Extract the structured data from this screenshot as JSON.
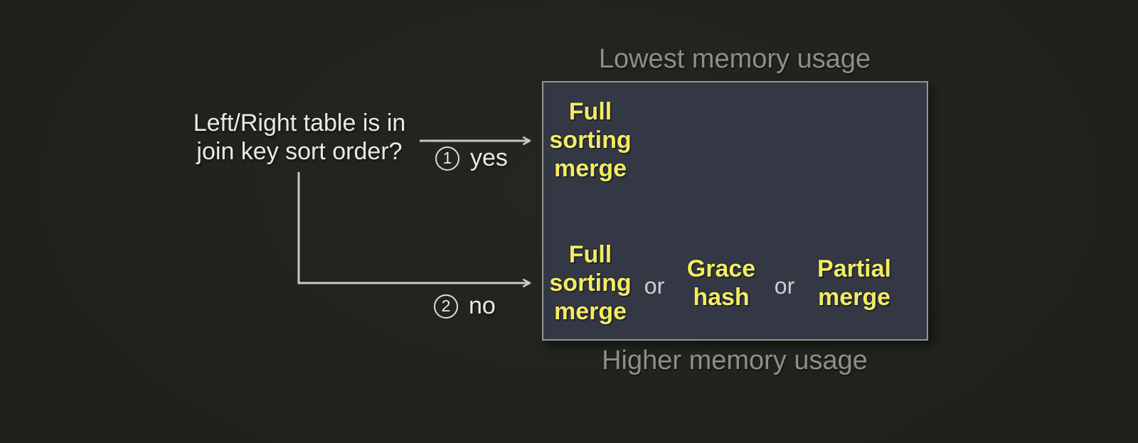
{
  "diagram": {
    "question": "Left/Right table is in\njoin key sort order?",
    "branches": [
      {
        "num": "1",
        "label": "yes"
      },
      {
        "num": "2",
        "label": "no"
      }
    ],
    "captions": {
      "top": "Lowest memory usage",
      "bottom": "Higher memory usage"
    },
    "box": {
      "sorted_row": [
        {
          "text": "Full\nsorting\nmerge"
        }
      ],
      "unsorted_row": [
        {
          "text": "Full\nsorting\nmerge"
        },
        {
          "text": "or"
        },
        {
          "text": "Grace\nhash"
        },
        {
          "text": "or"
        },
        {
          "text": "Partial\nmerge"
        }
      ]
    },
    "colors": {
      "background": "#20221d",
      "box_fill": "#343845",
      "box_border": "#91959c",
      "option_text": "#f3ec5e",
      "question_text": "#e9eae7",
      "caption_text": "#8d8e89",
      "conjunction_text": "#cfd0cc",
      "line": "#c8c9c5"
    }
  }
}
